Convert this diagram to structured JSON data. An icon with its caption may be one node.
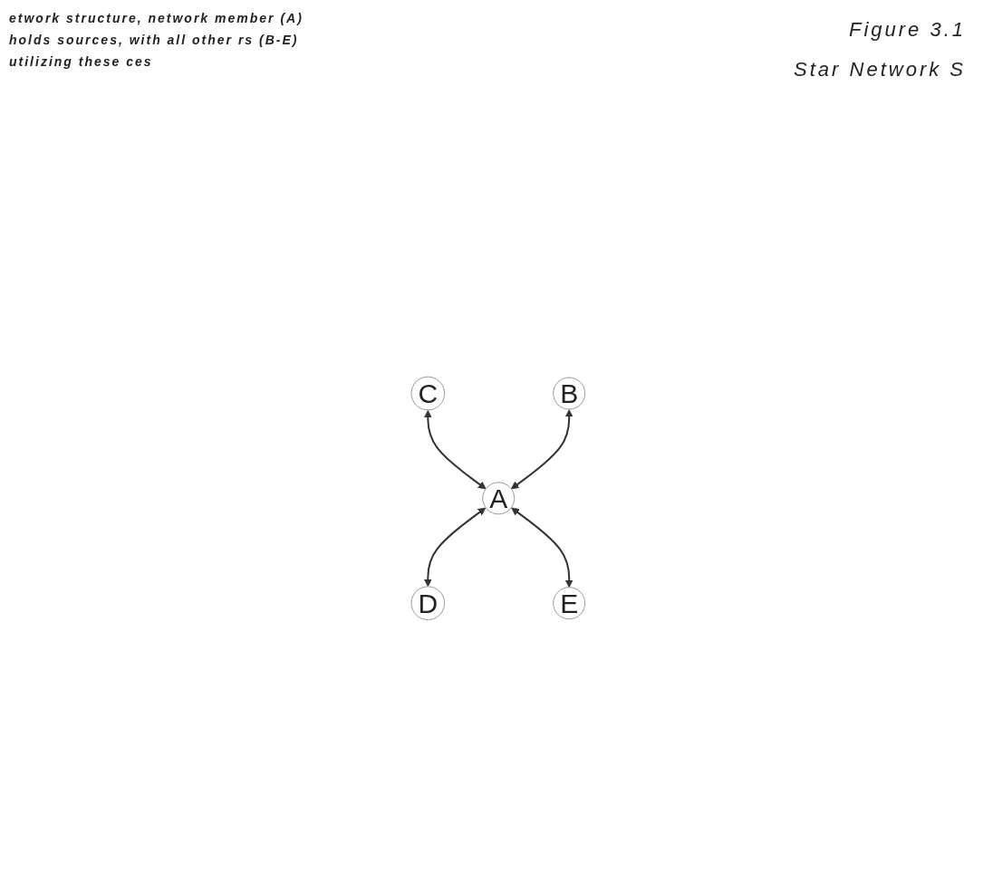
{
  "diagram": {
    "title": "Star Network S",
    "caption": "etwork structure, network member (A) holds sources, with all other rs (B-E) utilizing these ces",
    "nodes": [
      {
        "text": [
          "C"
        ]
      },
      {
        "text": [
          "B"
        ]
      },
      {
        "text": [
          "A"
        ]
      },
      {
        "text": [
          "D"
        ]
      },
      {
        "text": [
          "E"
        ]
      }
    ],
    "edges": [
      {
        "from": 0,
        "to": 2,
        "arrow": "both"
      },
      {
        "from": 1,
        "to": 2,
        "arrow": "both"
      },
      {
        "from": 2,
        "to": 3,
        "arrow": "both"
      },
      {
        "from": 2,
        "to": 4,
        "arrow": "both"
      }
    ],
    "labels": [
      "Figure 3.1"
    ]
  }
}
